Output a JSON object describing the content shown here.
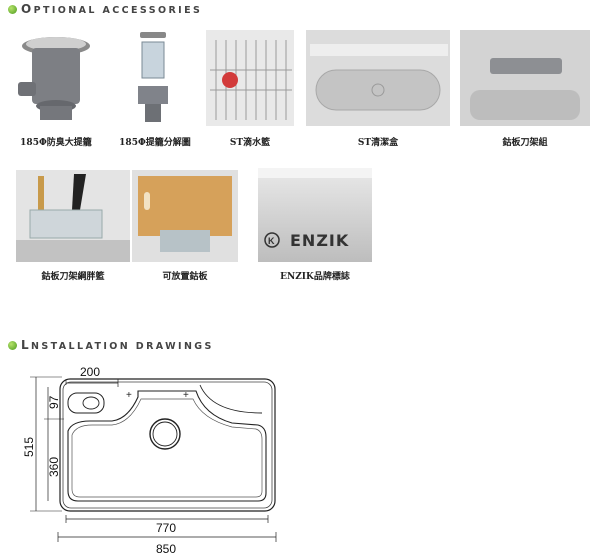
{
  "accessories": {
    "title": "Optional accessories",
    "items": [
      {
        "caption": "185Φ防臭大提籠"
      },
      {
        "caption": "185Φ提籠分解圖"
      },
      {
        "caption": "ST滴水籃"
      },
      {
        "caption": "ST清潔盒"
      },
      {
        "caption": "鈷板刀架組"
      },
      {
        "caption": "鈷板刀架綱胖籃"
      },
      {
        "caption": "可放置鈷板"
      },
      {
        "caption": "ENZIK品牌標誌"
      }
    ],
    "logo_text": "ENZIK"
  },
  "installation": {
    "title": "Lnstallation drawings",
    "dims": {
      "top": "200",
      "left_small": "97",
      "left_total": "515",
      "left_bowl": "360",
      "bottom_inner": "770",
      "bottom_total": "850"
    }
  }
}
